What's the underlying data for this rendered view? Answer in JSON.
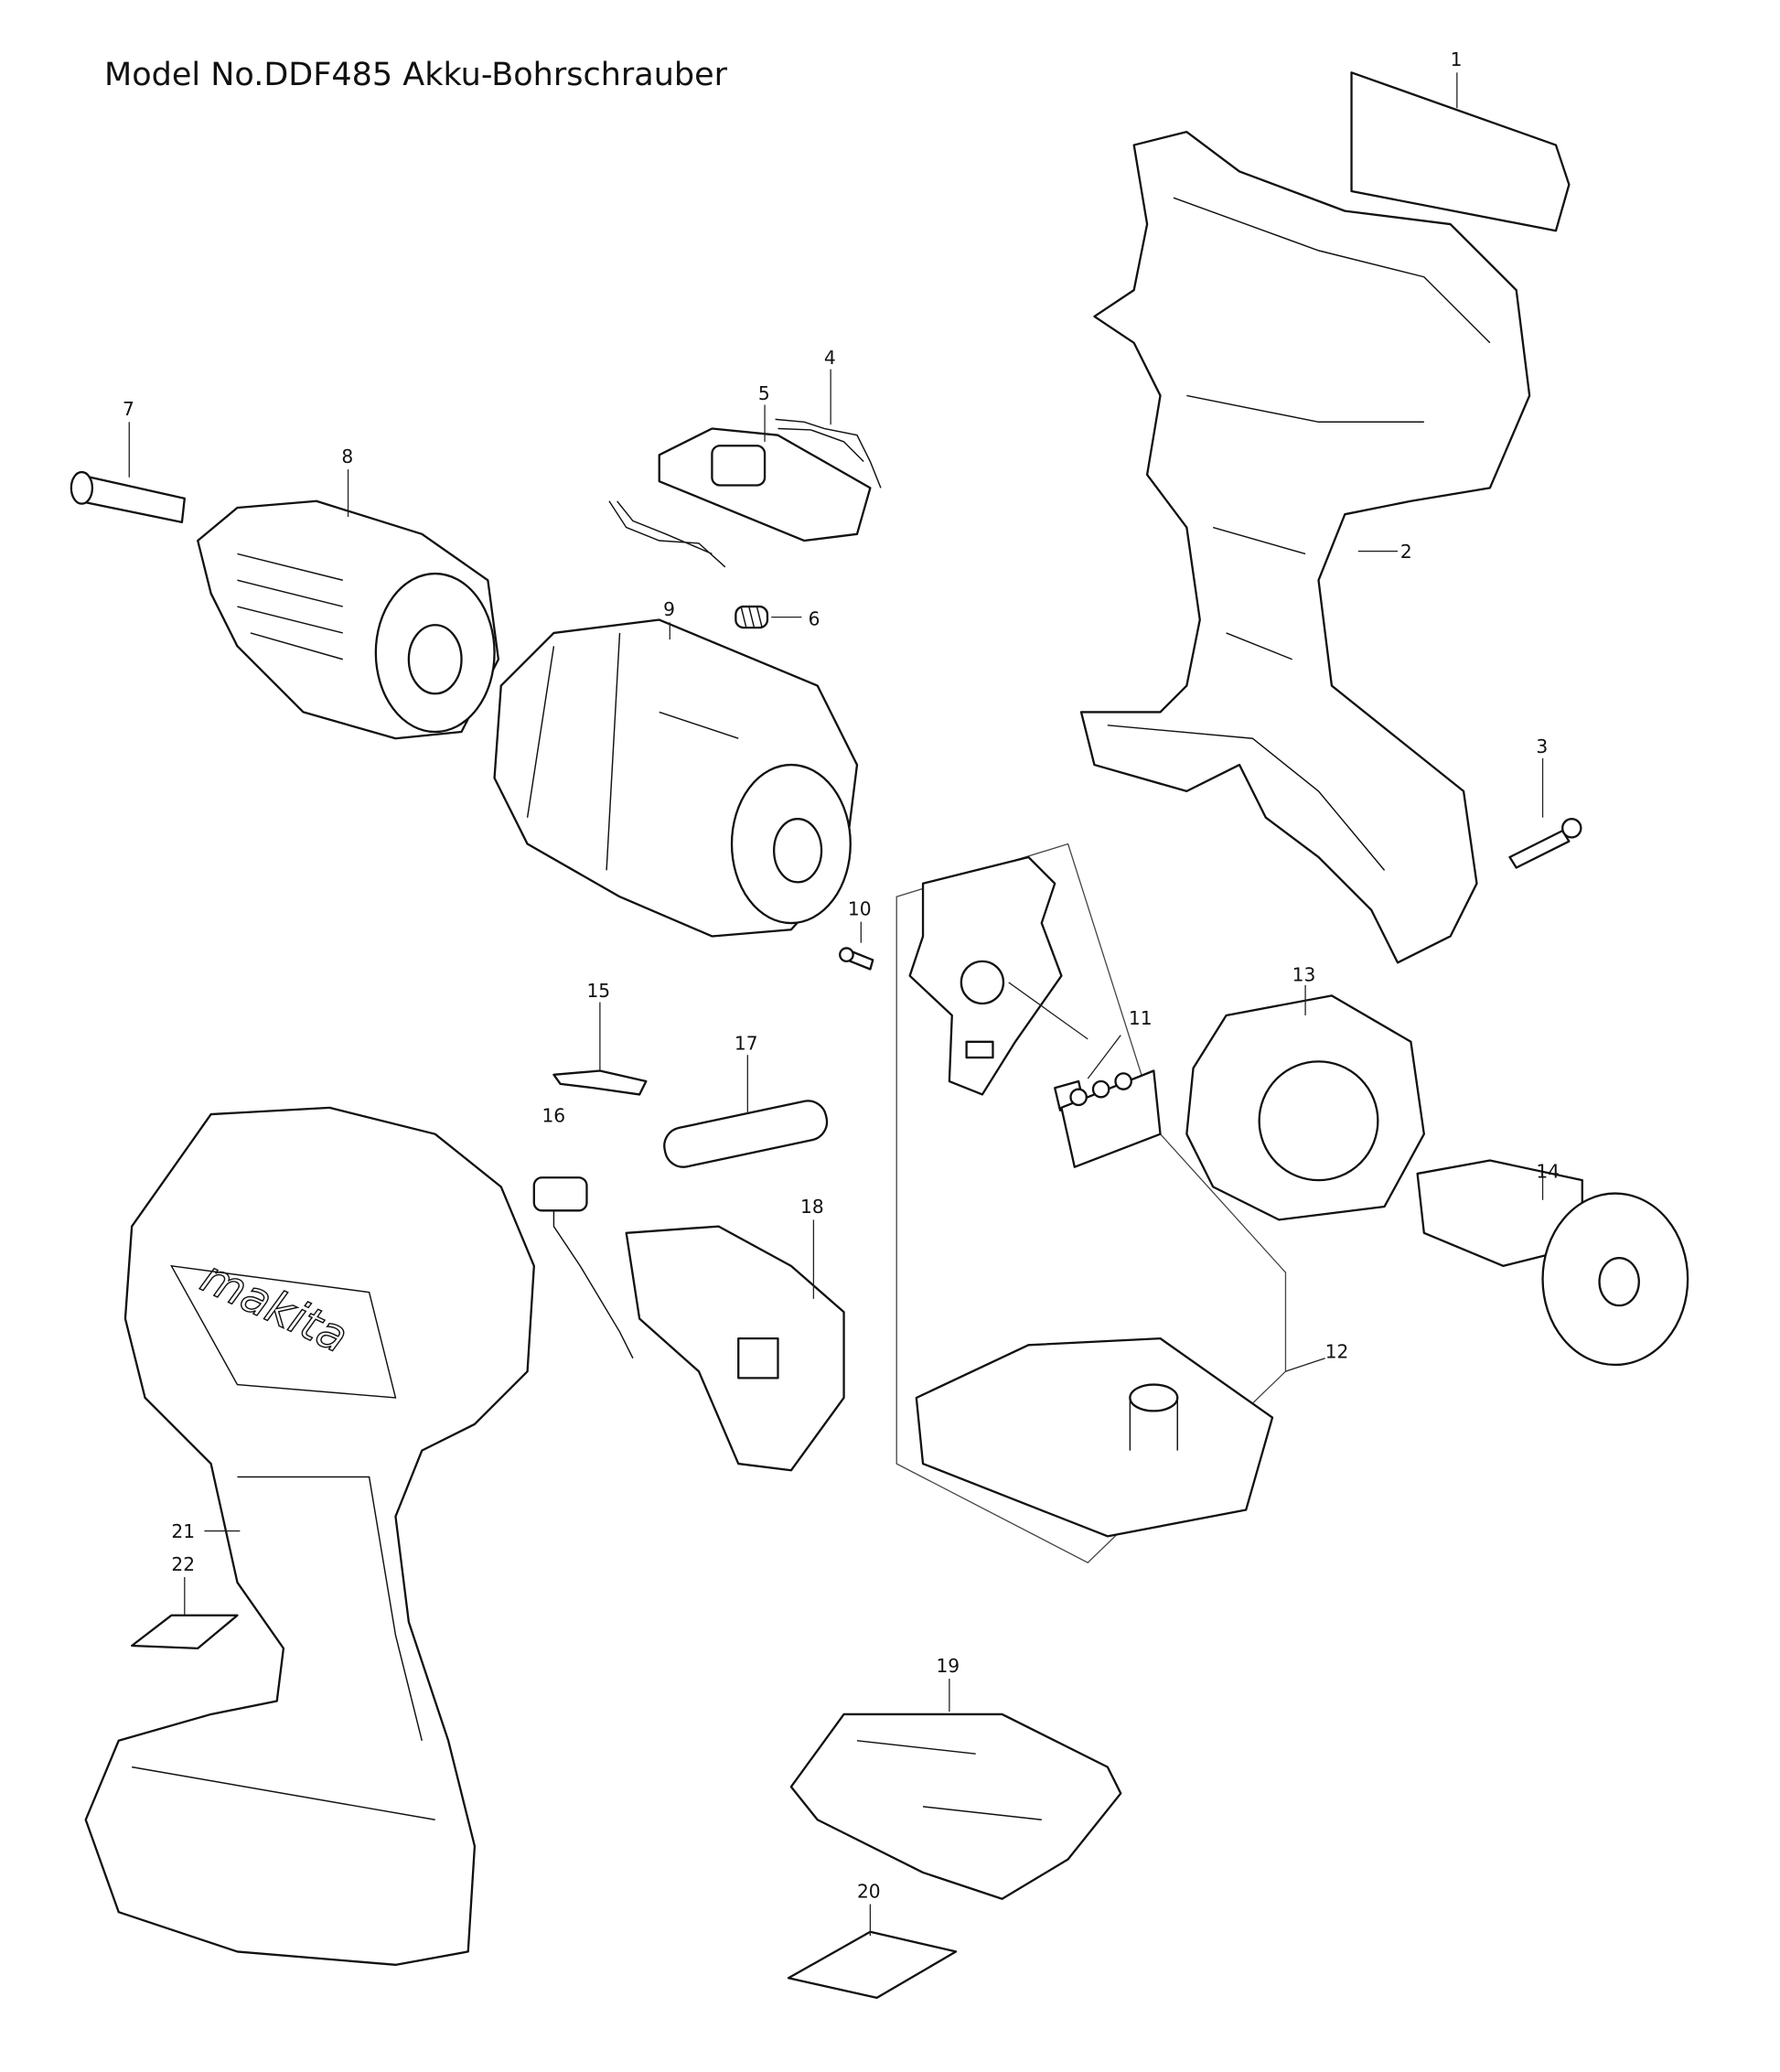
{
  "title": "Model No.DDF485 Akku-Bohrschrauber",
  "callouts": [
    "1",
    "2",
    "3",
    "4",
    "5",
    "6",
    "7",
    "8",
    "9",
    "10",
    "11",
    "12",
    "13",
    "14",
    "15",
    "16",
    "17",
    "18",
    "19",
    "20",
    "21",
    "22"
  ]
}
